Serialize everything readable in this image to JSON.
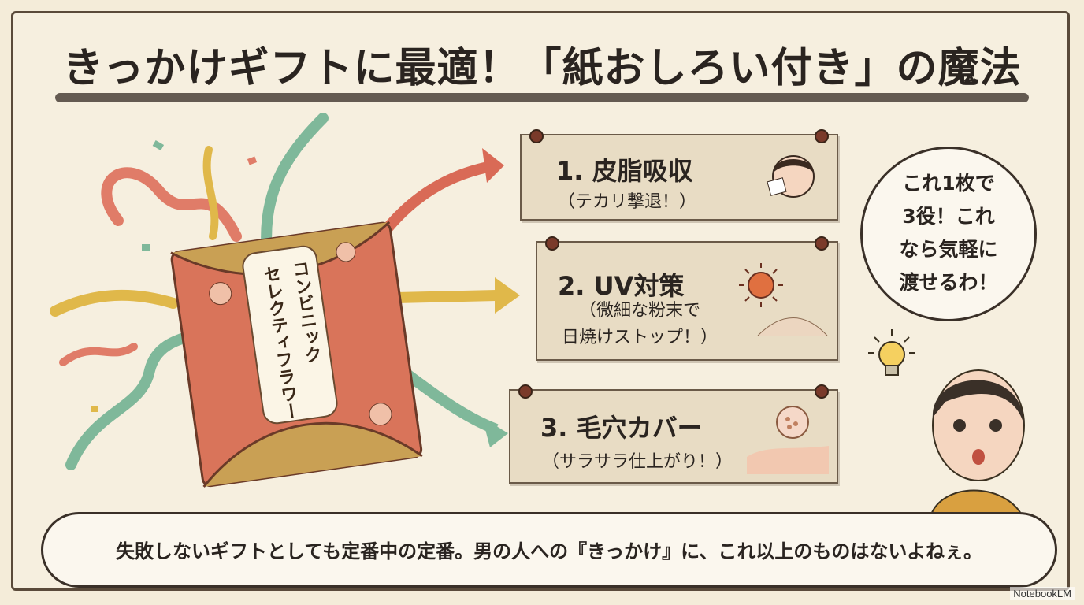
{
  "title": "きっかけギフトに最適！「紙おしろい付き」の魔法",
  "package": {
    "line1": "コンビニック",
    "line2": "セレクティフラワー"
  },
  "benefits": [
    {
      "head": "1. 皮脂吸収",
      "sub": "（テカリ撃退！）",
      "icon": "blotting-face-icon"
    },
    {
      "head": "2. UV対策",
      "sub": "（微細な粉末で\n日焼けストップ！）",
      "icon": "sun-icon"
    },
    {
      "head": "3. 毛穴カバー",
      "sub": "（サラサラ仕上がり！）",
      "icon": "pore-magnifier-icon"
    }
  ],
  "speech": "これ1枚で\n3役！これ\nなら気軽に\n渡せるわ！",
  "bottom": "失敗しないギフトとしても定番中の定番。男の人への『きっかけ』に、これ以上のものはないよねぇ。",
  "watermark": "NotebookLM",
  "colors": {
    "background": "#f4ecd9",
    "banner": "#e8dcc4",
    "package": "#d9745a",
    "arrow": "#d96a56",
    "arrow2": "#e0b84a",
    "arrow3": "#7fb89a"
  }
}
